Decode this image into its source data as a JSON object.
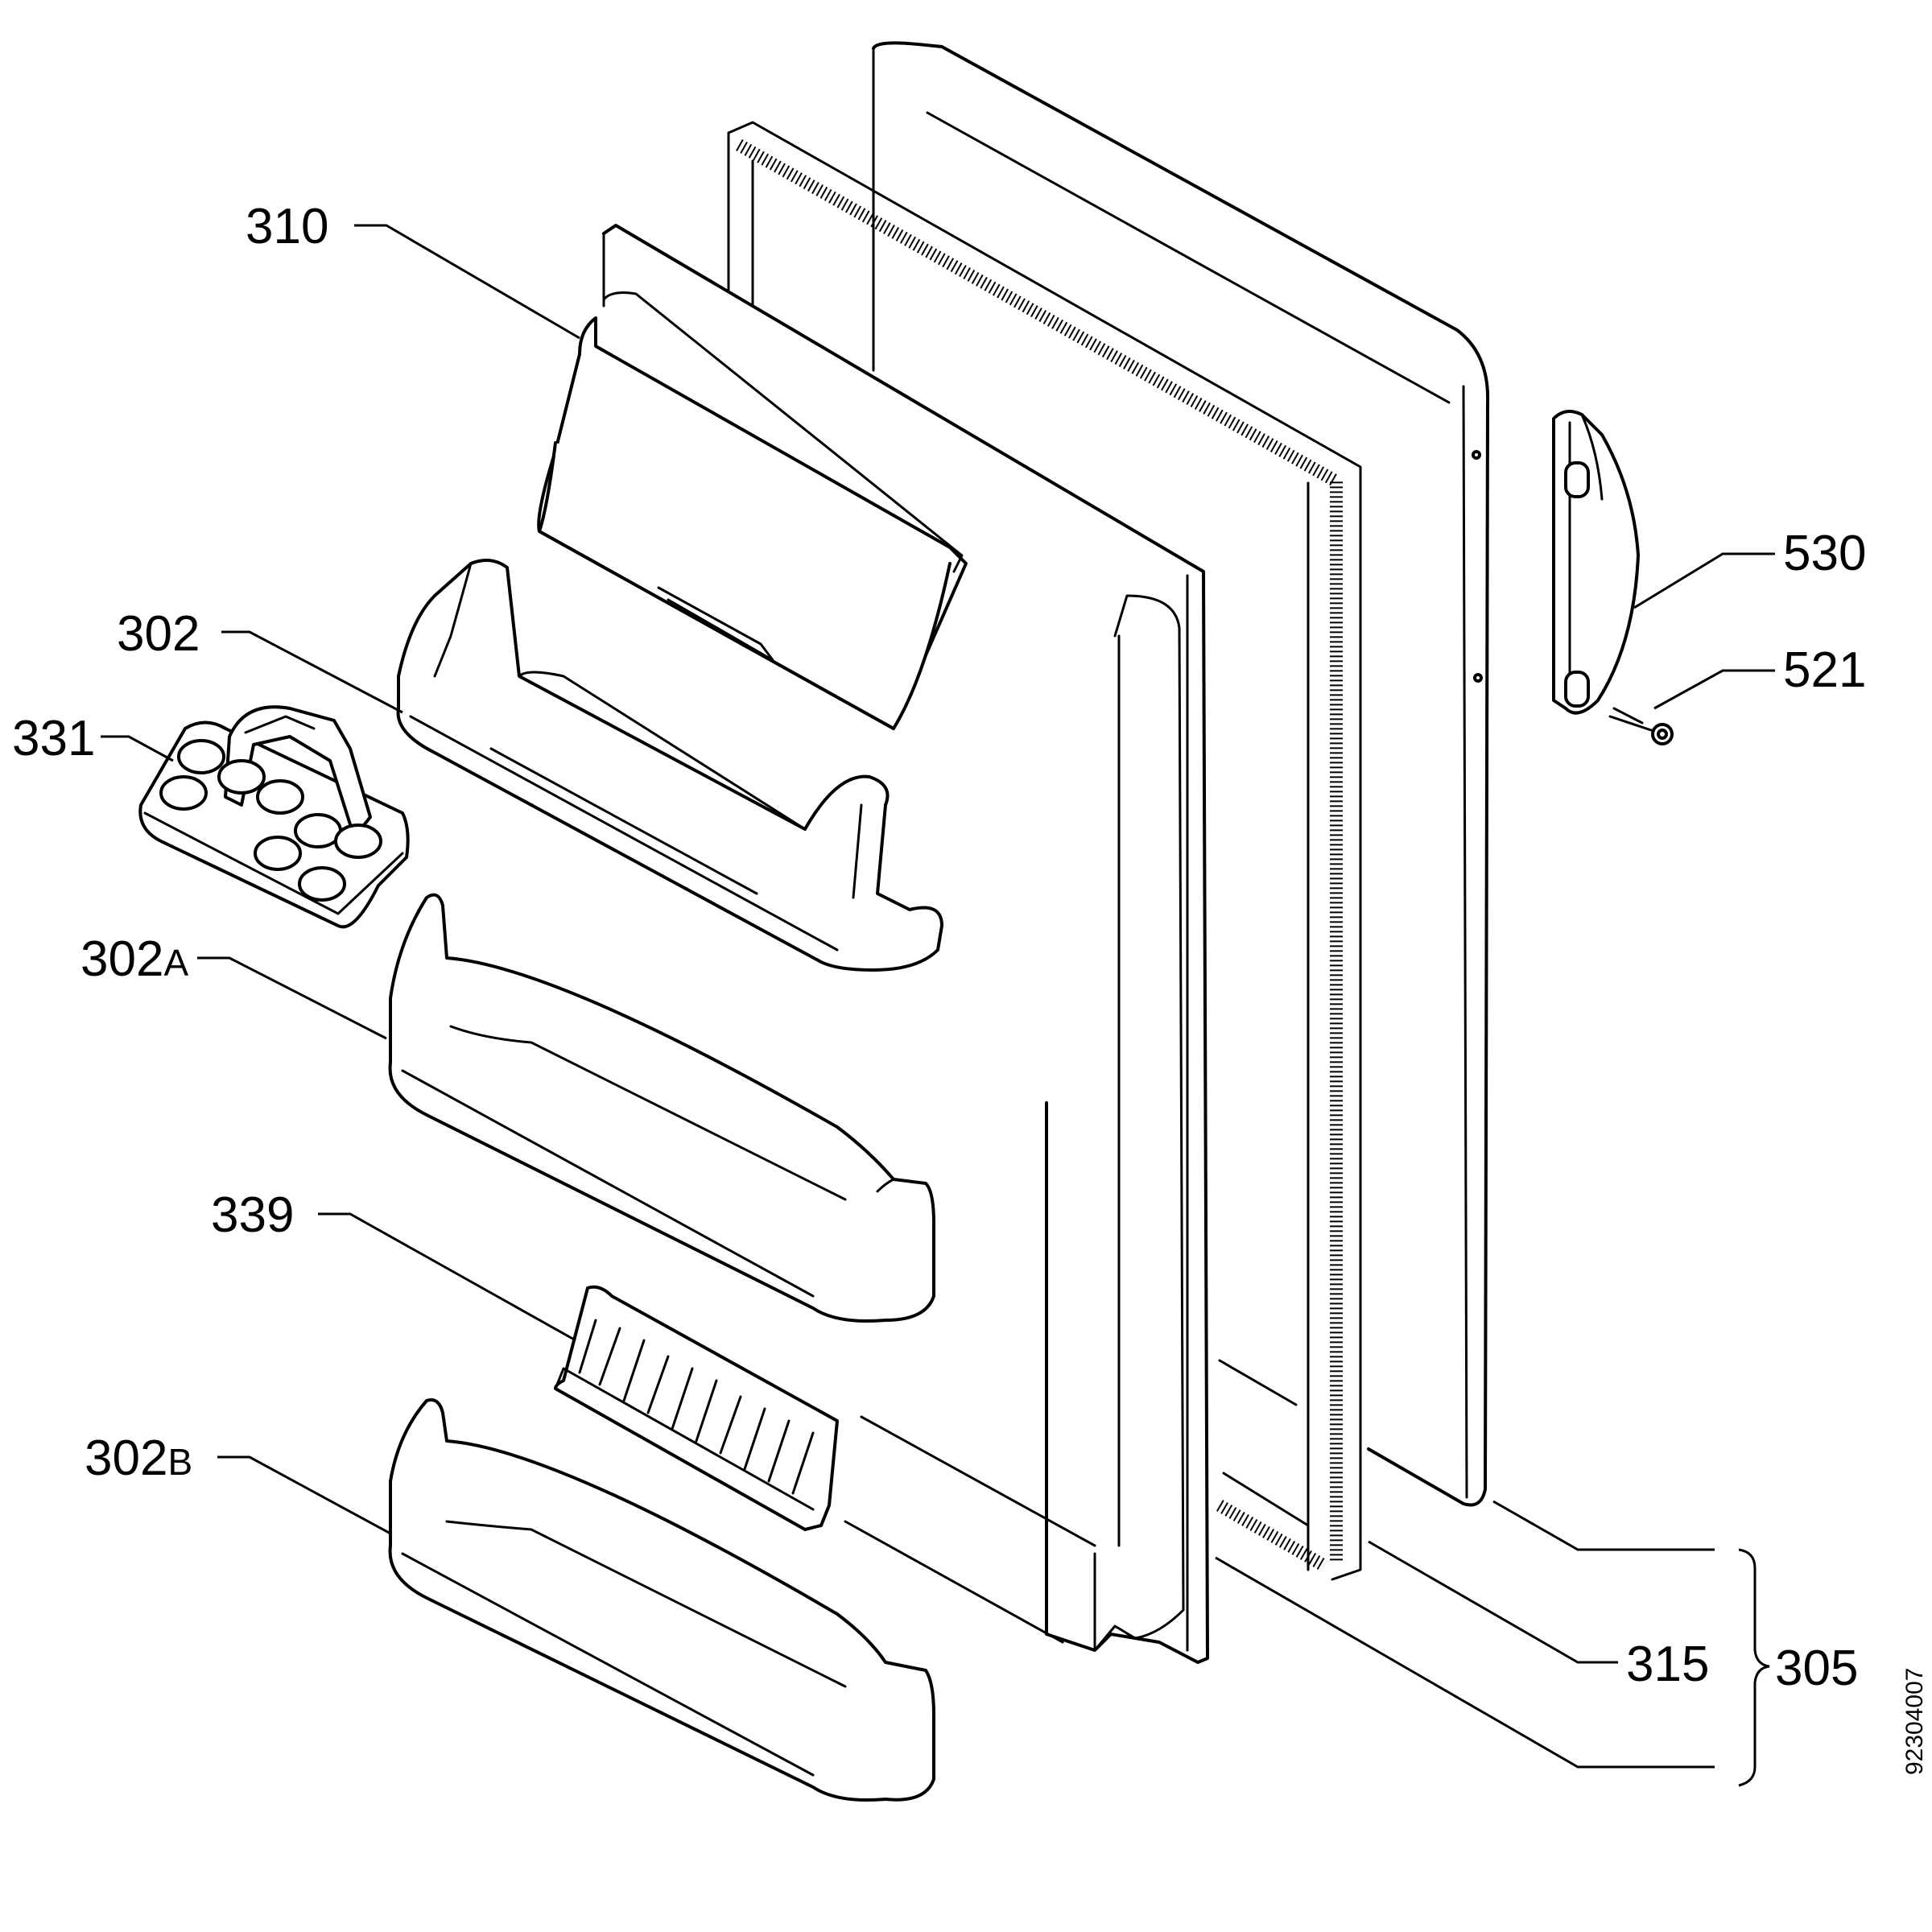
{
  "diagram": {
    "drawing_number": "92304007",
    "labels": {
      "p310": "310",
      "p302": "302",
      "p331": "331",
      "p302a_num": "302",
      "p302a_suffix": "A",
      "p339": "339",
      "p302b_num": "302",
      "p302b_suffix": "B",
      "p530": "530",
      "p521": "521",
      "p315": "315",
      "p305": "305"
    }
  }
}
